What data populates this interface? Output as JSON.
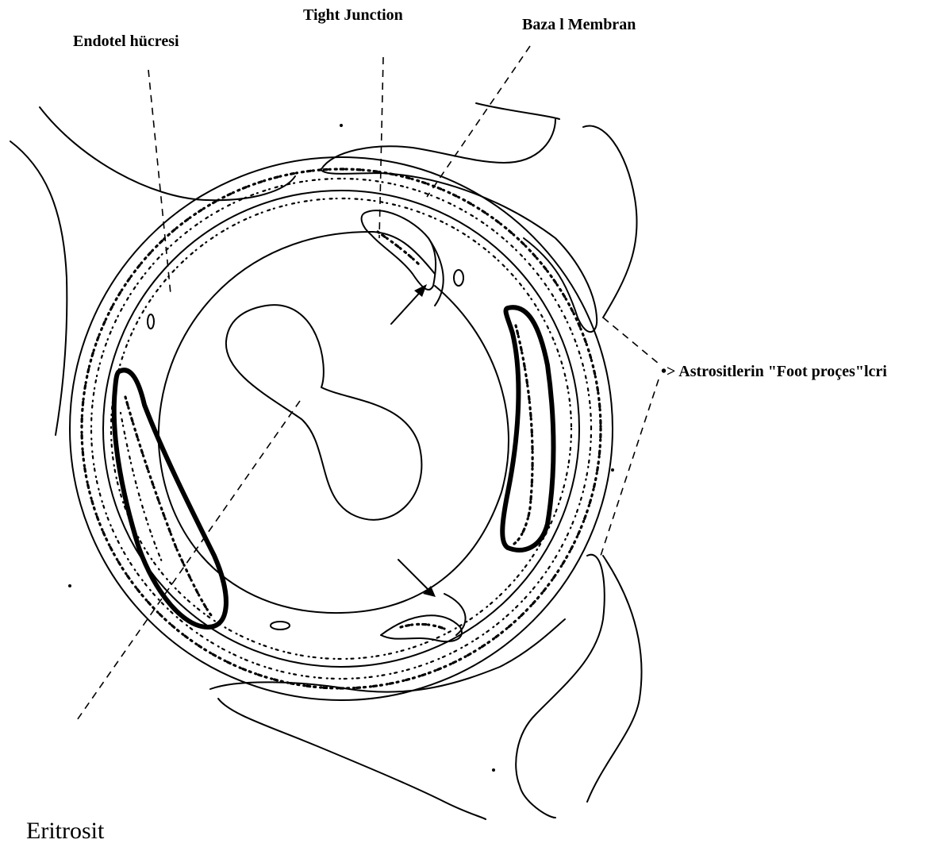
{
  "labels": {
    "tight_junction": "Tight Junction",
    "endothelial_cell": "Endotel hücresi",
    "basal_membrane": "Baza l Membran",
    "astrocyte_foot": "•> Astrositlerin \"Foot proçes\"lcri",
    "erythrocyte": "Eritrosit"
  }
}
